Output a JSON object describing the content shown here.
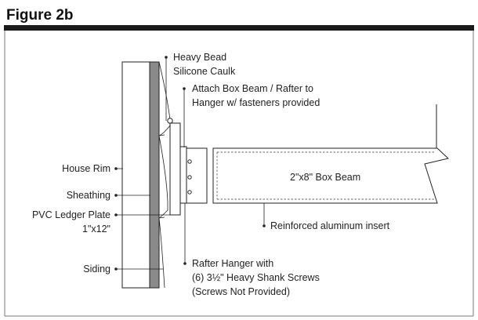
{
  "figure": {
    "title": "Figure 2b"
  },
  "labels": {
    "caulk_line1": "Heavy Bead",
    "caulk_line2": "Silicone Caulk",
    "attach_line1": "Attach Box Beam / Rafter to",
    "attach_line2": "Hanger w/ fasteners provided",
    "house_rim": "House Rim",
    "sheathing": "Sheathing",
    "ledger_line1": "PVC Ledger Plate",
    "ledger_line2": "1\"x12\"",
    "siding": "Siding",
    "box_beam": "2\"x8\" Box Beam",
    "insert": "Reinforced aluminum insert",
    "hanger_line1": "Rafter Hanger with",
    "hanger_line2": "(6) 3½\" Heavy Shank Screws",
    "hanger_line3": "(Screws Not Provided)"
  },
  "colors": {
    "header_bar": "#1a1a1a",
    "sheathing_fill": "#8a8a8a",
    "frame": "#777777"
  }
}
